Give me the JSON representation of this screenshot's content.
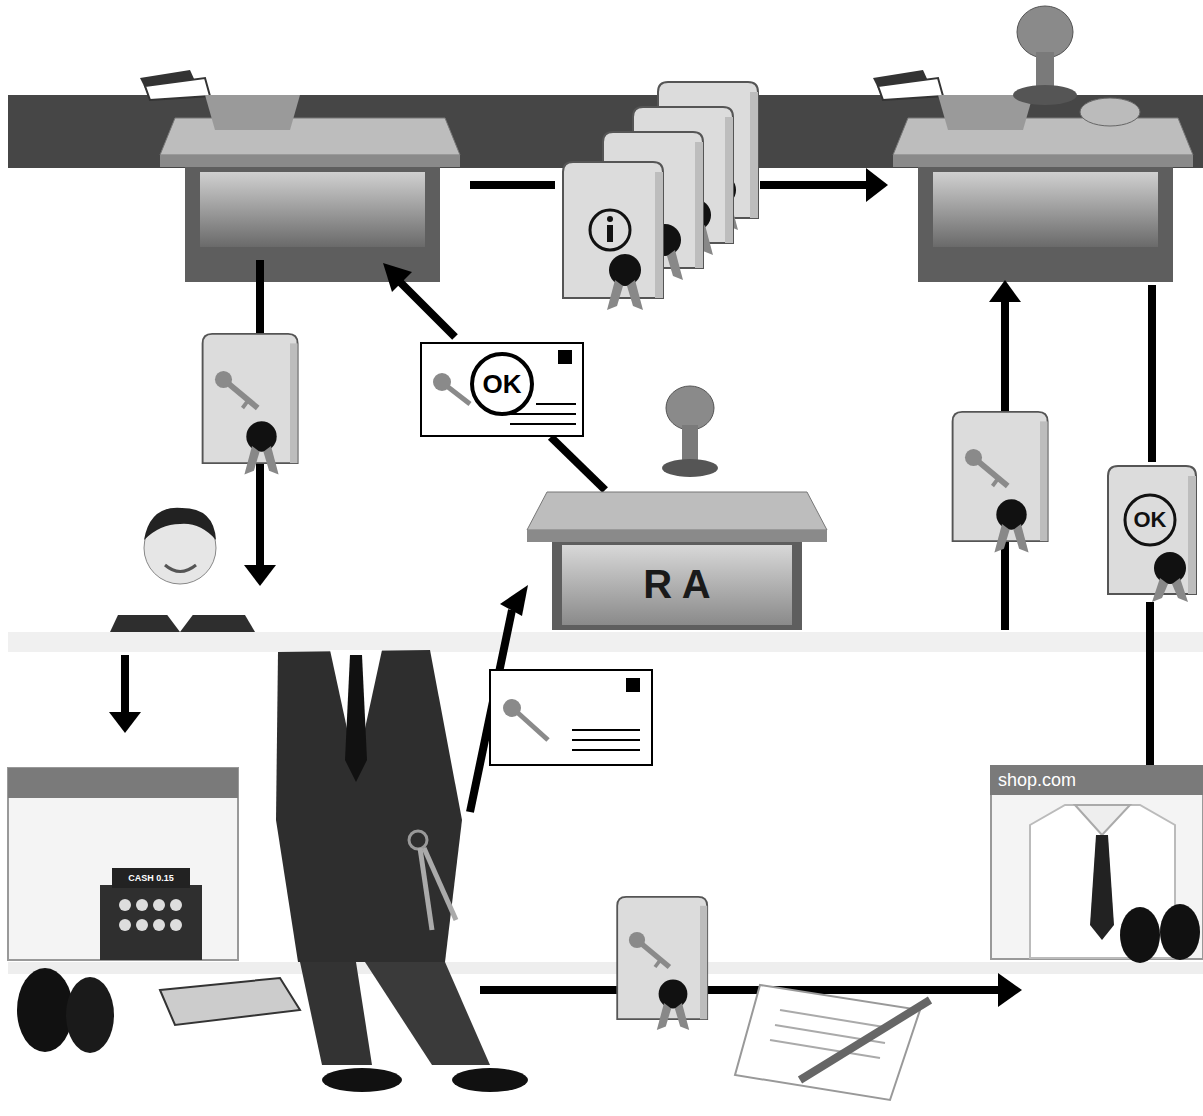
{
  "diagram": {
    "nodes": [
      {
        "text": [
          "OK"
        ]
      },
      {
        "text": [
          "R A"
        ]
      },
      {
        "text": [
          "OK"
        ]
      },
      {
        "text": [
          "shop.com"
        ]
      }
    ],
    "edges": [
      {
        "from": 1,
        "to": 0,
        "arrow": "none"
      },
      {
        "from": 2,
        "to": 3,
        "arrow": "none"
      }
    ],
    "labels": [
      "CASH 0.15"
    ]
  }
}
